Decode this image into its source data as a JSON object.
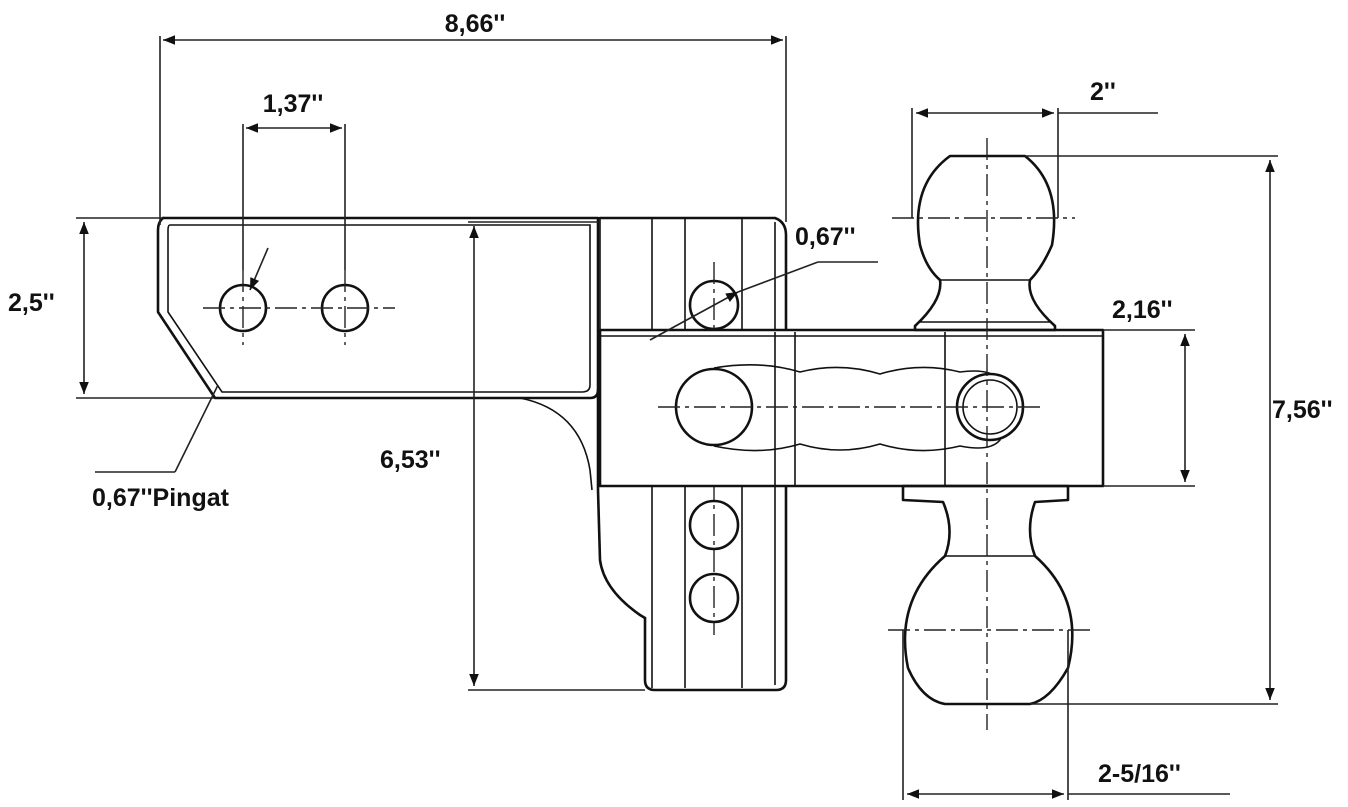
{
  "labels": {
    "overall_length": "8,66''",
    "hole_spacing": "1,37''",
    "shank_height": "2,5''",
    "pin_hole_top": "0,67''",
    "pin_hole_label": "0,67''Pingat",
    "drop": "6,53''",
    "ball_top": "2''",
    "ball_bottom": "2-5/16''",
    "head_height": "2,16''",
    "overall_height": "7,56''"
  }
}
